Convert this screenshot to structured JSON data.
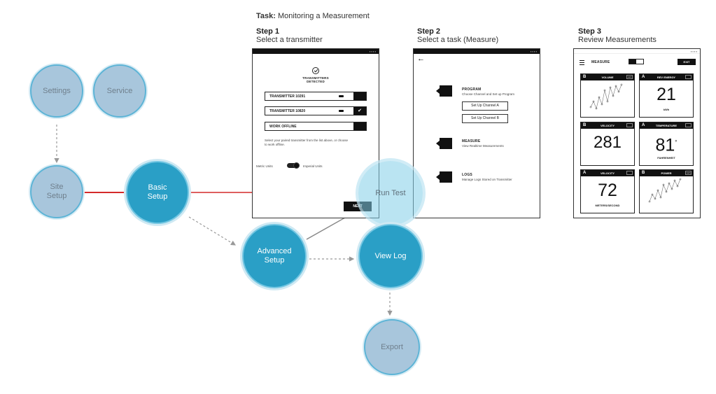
{
  "task": {
    "label": "Task:",
    "text": "Monitoring a Measurement"
  },
  "steps": [
    {
      "num": "Step 1",
      "desc": "Select a transmitter"
    },
    {
      "num": "Step 2",
      "desc": "Select a task (Measure)"
    },
    {
      "num": "Step 3",
      "desc": "Review Measurements"
    }
  ],
  "nodes": {
    "settings": "Settings",
    "service": "Service",
    "site_setup": [
      "Site",
      "Setup"
    ],
    "basic_setup": [
      "Basic",
      "Setup"
    ],
    "advanced_setup": [
      "Advanced",
      "Setup"
    ],
    "run_test": "Run Test",
    "view_log": "View Log",
    "export": "Export"
  },
  "colors": {
    "accent": "#2a9fc6",
    "light_node": "#a8c6dc",
    "red_line": "#d42a2a",
    "salmon_line": "#f0a8a0"
  },
  "step1": {
    "heading": [
      "TRANSMITTERS",
      "DETECTED"
    ],
    "rows": [
      {
        "label": "TRANSMITTER 10291",
        "checked": false
      },
      {
        "label": "TRANSMITTER 10820",
        "checked": true
      },
      {
        "label": "WORK OFFLINE",
        "checked": false
      }
    ],
    "hint": [
      "Select your paired transmitter from the list above, or choose",
      "to work offline."
    ],
    "toggle_left": "Metric Units",
    "toggle_right": "Imperial Units",
    "next": "NEXT"
  },
  "step2": {
    "options": [
      {
        "title": "PROGRAM",
        "desc": "Choose Channel and Set up Program",
        "icon": "program-icon"
      },
      {
        "title": "MEASURE",
        "desc": "View Realtime Measurements",
        "icon": "gauge-icon"
      },
      {
        "title": "LOGS",
        "desc": "Manage Logs Stored on Transmitter",
        "icon": "chart-icon"
      }
    ],
    "channel_buttons": [
      "Set Up Channel A",
      "Set Up Channel B"
    ]
  },
  "step3": {
    "title": "MEASURE",
    "exit": "EXIT",
    "tiles": [
      {
        "ch": "B",
        "name": "VOLUME",
        "icon": "LED",
        "value": "",
        "unit": "",
        "kind": "chart"
      },
      {
        "ch": "A",
        "name": "REV ENERGY",
        "icon": "",
        "value": "21",
        "unit": "kWh",
        "kind": "value"
      },
      {
        "ch": "B",
        "name": "VELOCITY",
        "icon": "",
        "value": "281",
        "unit": "",
        "kind": "value"
      },
      {
        "ch": "A",
        "name": "TEMPERATURE",
        "icon": "",
        "value": "81",
        "sup": "°",
        "unit": "FAHRENHEIT",
        "kind": "value"
      },
      {
        "ch": "A",
        "name": "VELOCITY",
        "icon": "",
        "value": "72",
        "unit": "METERS/SECOND",
        "kind": "value"
      },
      {
        "ch": "B",
        "name": "POWER",
        "icon": "GES",
        "value": "",
        "unit": "",
        "kind": "chart"
      }
    ]
  }
}
